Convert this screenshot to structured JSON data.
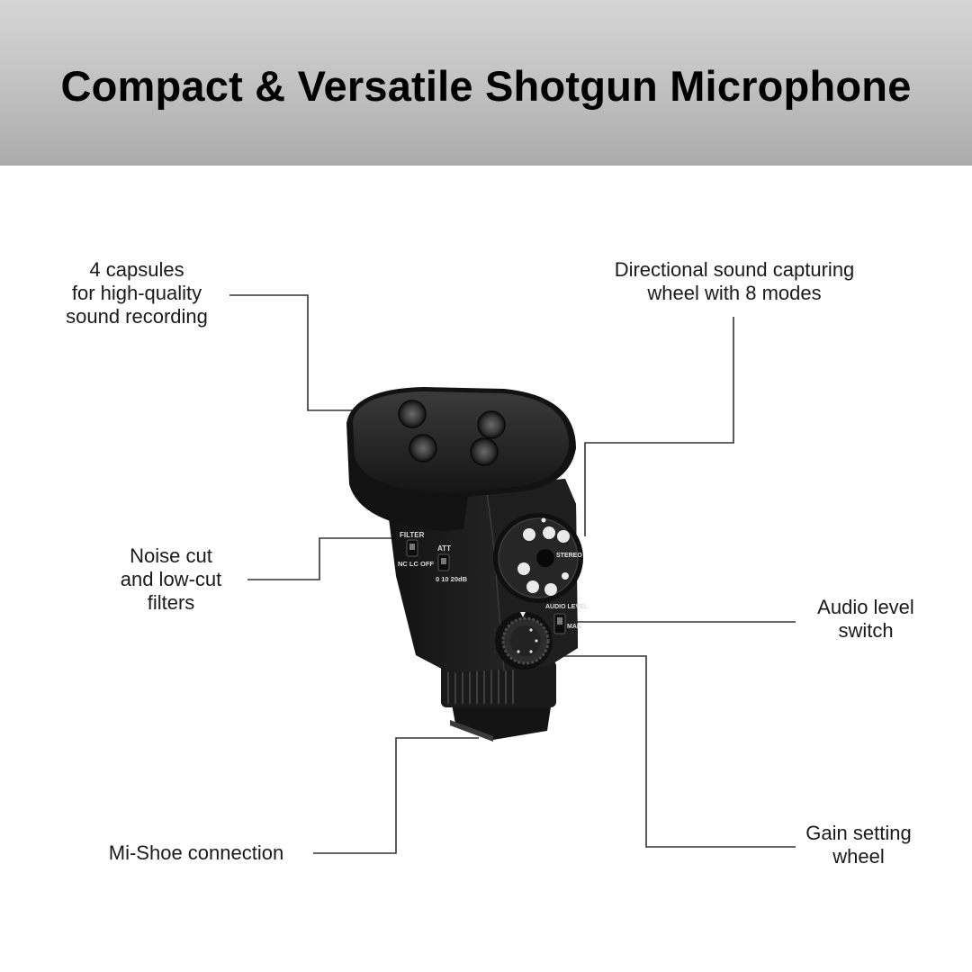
{
  "header": {
    "title": "Compact & Versatile Shotgun Microphone"
  },
  "callouts": {
    "capsules": "4 capsules\nfor high-quality\nsound recording",
    "directional": "Directional sound capturing\nwheel with 8 modes",
    "filters": "Noise cut\nand low-cut\nfilters",
    "audio_level": "Audio level\nswitch",
    "mi_shoe": "Mi-Shoe connection",
    "gain": "Gain setting\nwheel"
  },
  "device_markings": {
    "filter": "FILTER",
    "filter_positions": "NC LC OFF",
    "att": "ATT",
    "att_positions": "0 10 20dB",
    "stereo": "STEREO",
    "audio_level": "AUDIO LEVEL",
    "man": "MAN"
  },
  "colors": {
    "header_top": "#d5d5d5",
    "header_bottom": "#ababab",
    "leader_line": "#333333",
    "device_body": "#1c1c1c"
  }
}
